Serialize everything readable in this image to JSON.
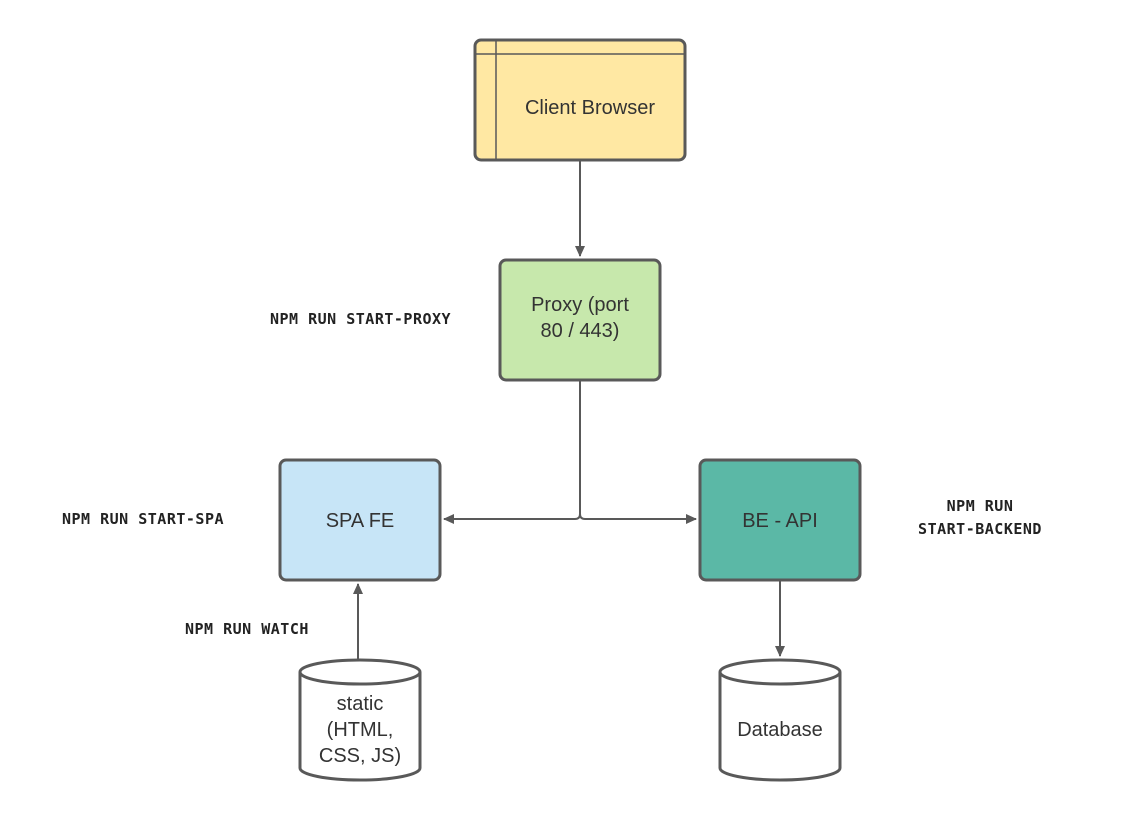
{
  "nodes": {
    "client_browser": {
      "label": "Client Browser",
      "fill": "#ffe8a3"
    },
    "proxy": {
      "lines": [
        "Proxy (port",
        "80 / 443)"
      ],
      "fill": "#c7e8ac"
    },
    "spa_fe": {
      "label": "SPA FE",
      "fill": "#c7e5f7"
    },
    "be_api": {
      "label": "BE - API",
      "fill": "#5bb8a6"
    },
    "static_store": {
      "lines": [
        "static",
        "(HTML,",
        "CSS, JS)"
      ]
    },
    "database": {
      "label": "Database"
    }
  },
  "annotations": {
    "start_proxy": "NPM RUN START-PROXY",
    "start_spa": "NPM RUN START-SPA",
    "watch": "NPM RUN WATCH",
    "start_backend": [
      "NPM RUN",
      "START-BACKEND"
    ]
  },
  "colors": {
    "stroke": "#595959",
    "edge": "#595959",
    "cylinder_fill": "#ffffff"
  }
}
